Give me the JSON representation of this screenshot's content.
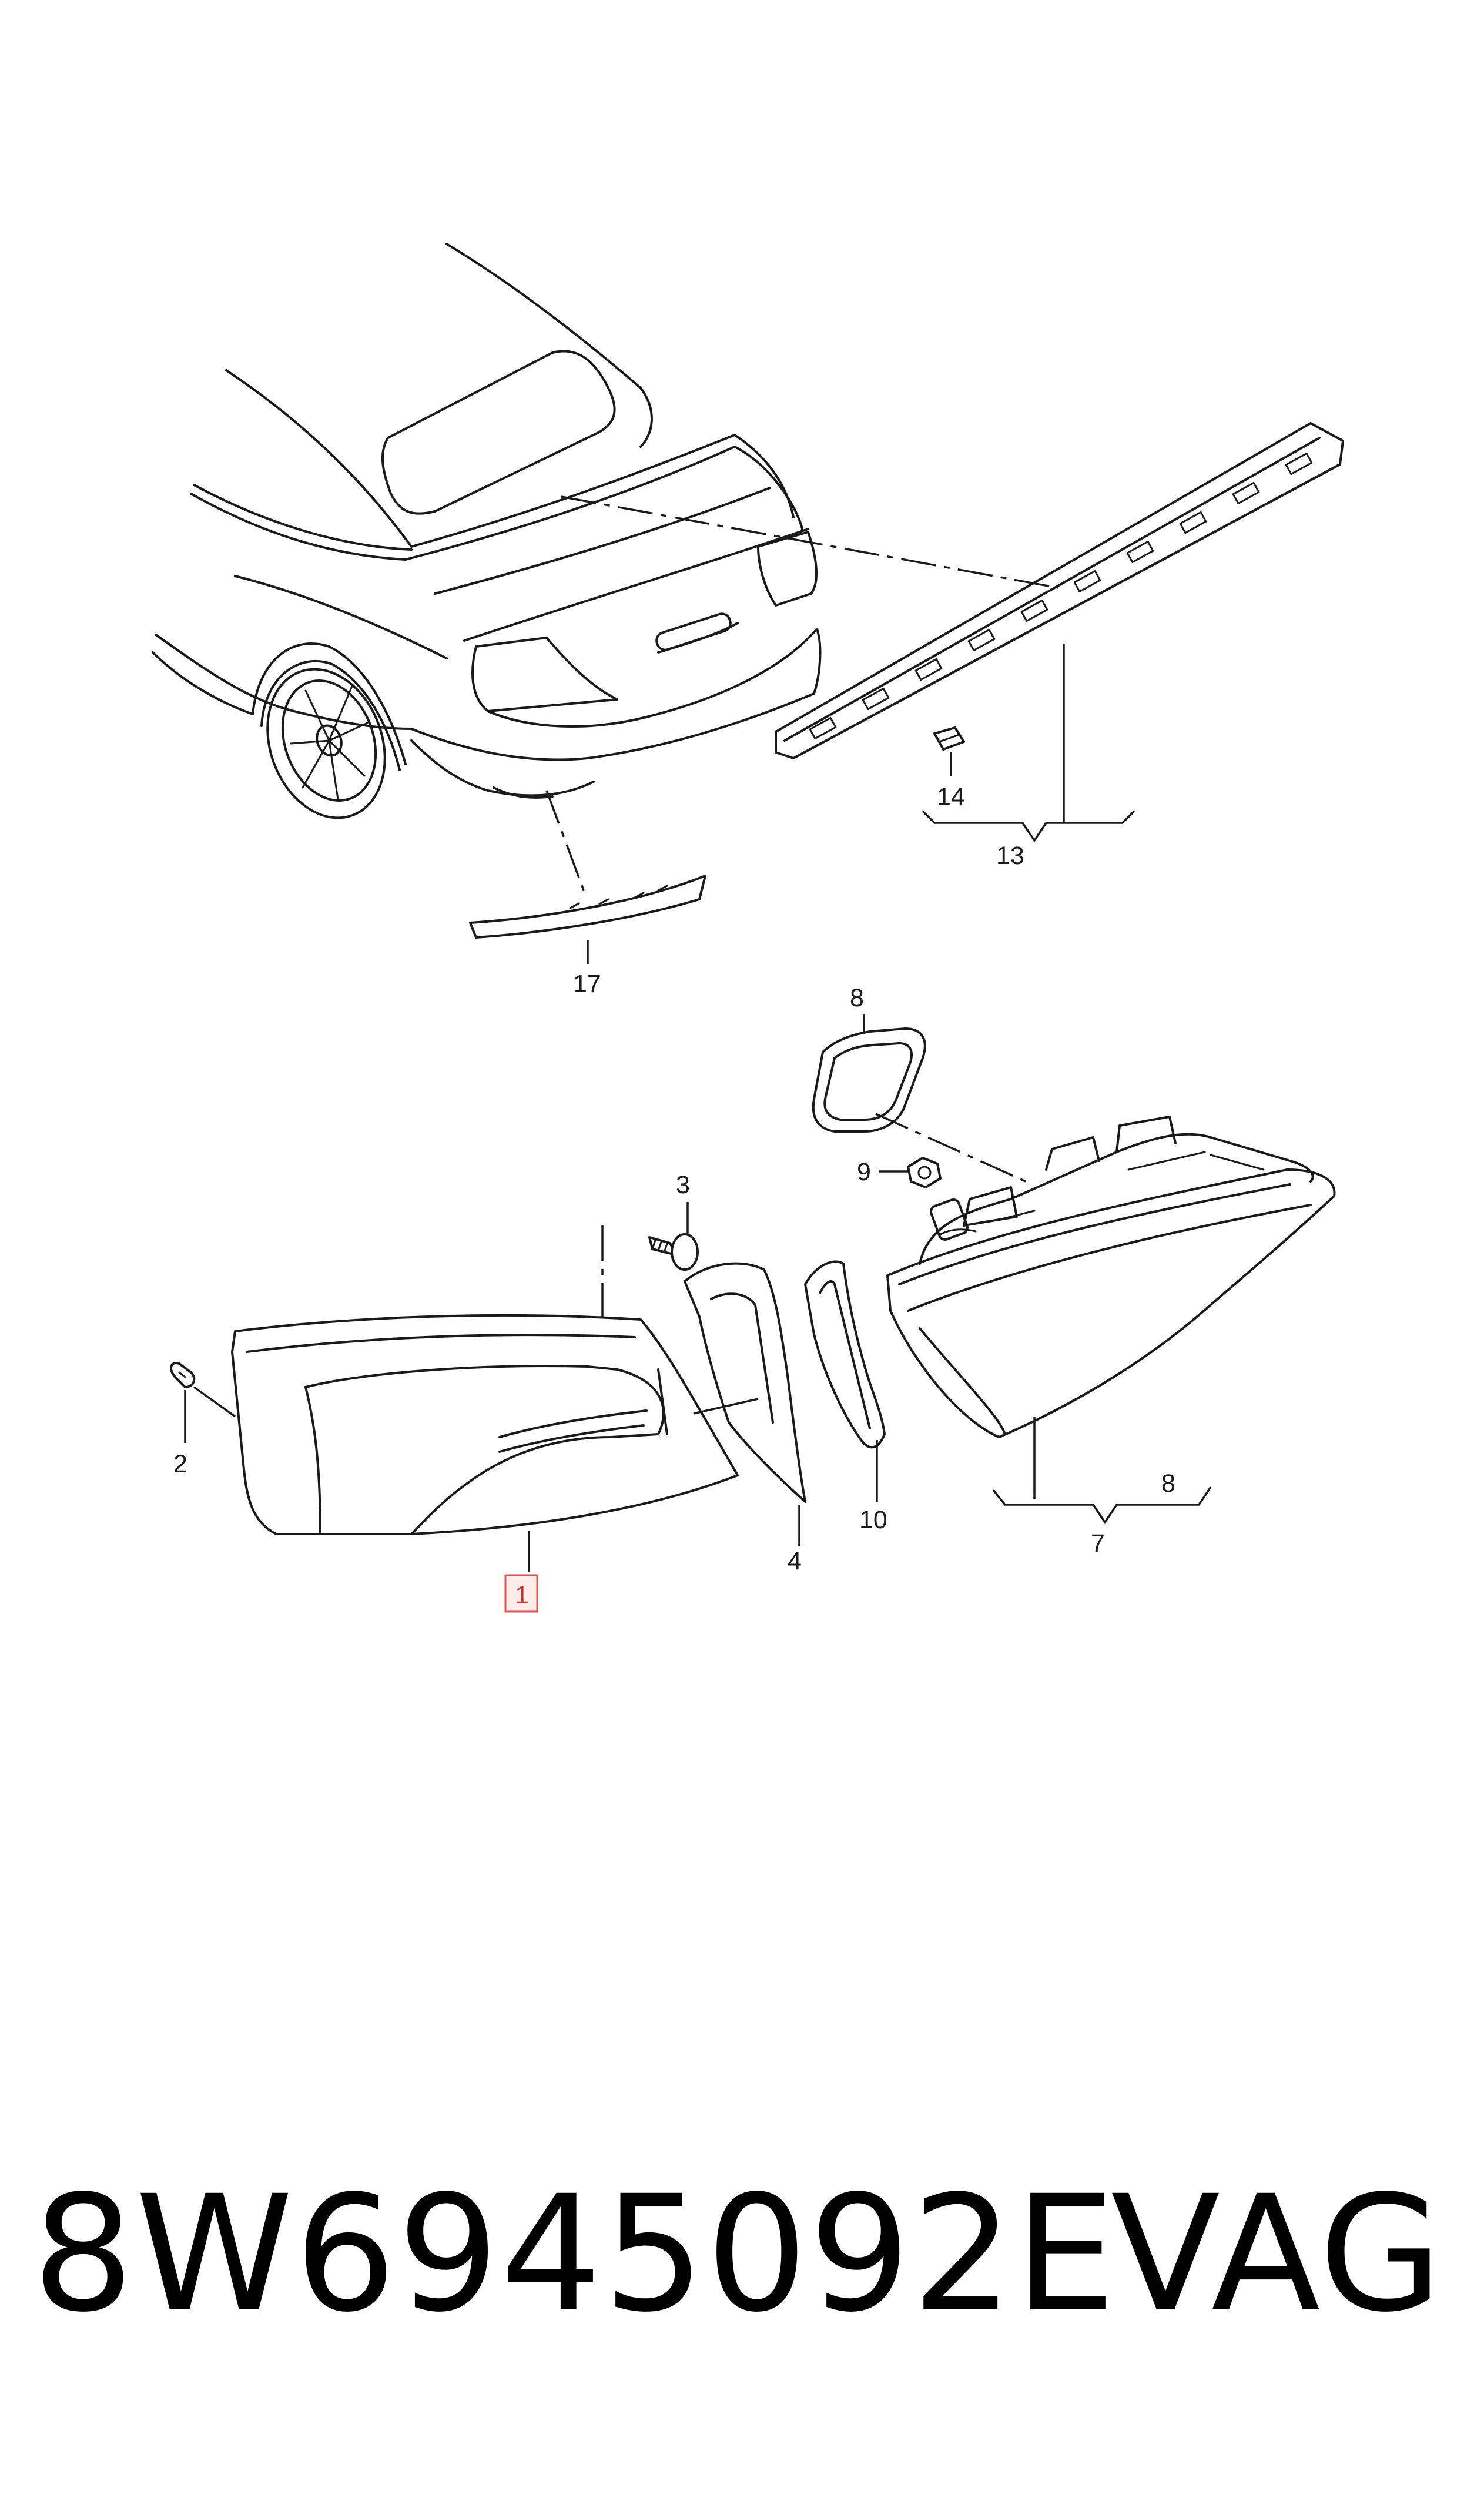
{
  "diagram": {
    "callouts": {
      "c1": "1",
      "c2": "2",
      "c3": "3",
      "c4": "4",
      "c7": "7",
      "c8a": "8",
      "c8b": "8",
      "c9": "9",
      "c10": "10",
      "c13": "13",
      "c14": "14",
      "c17": "17"
    },
    "highlight_color": "#d9534f"
  },
  "footer": {
    "part_number": "8W6945092E",
    "brand": "VAG"
  }
}
